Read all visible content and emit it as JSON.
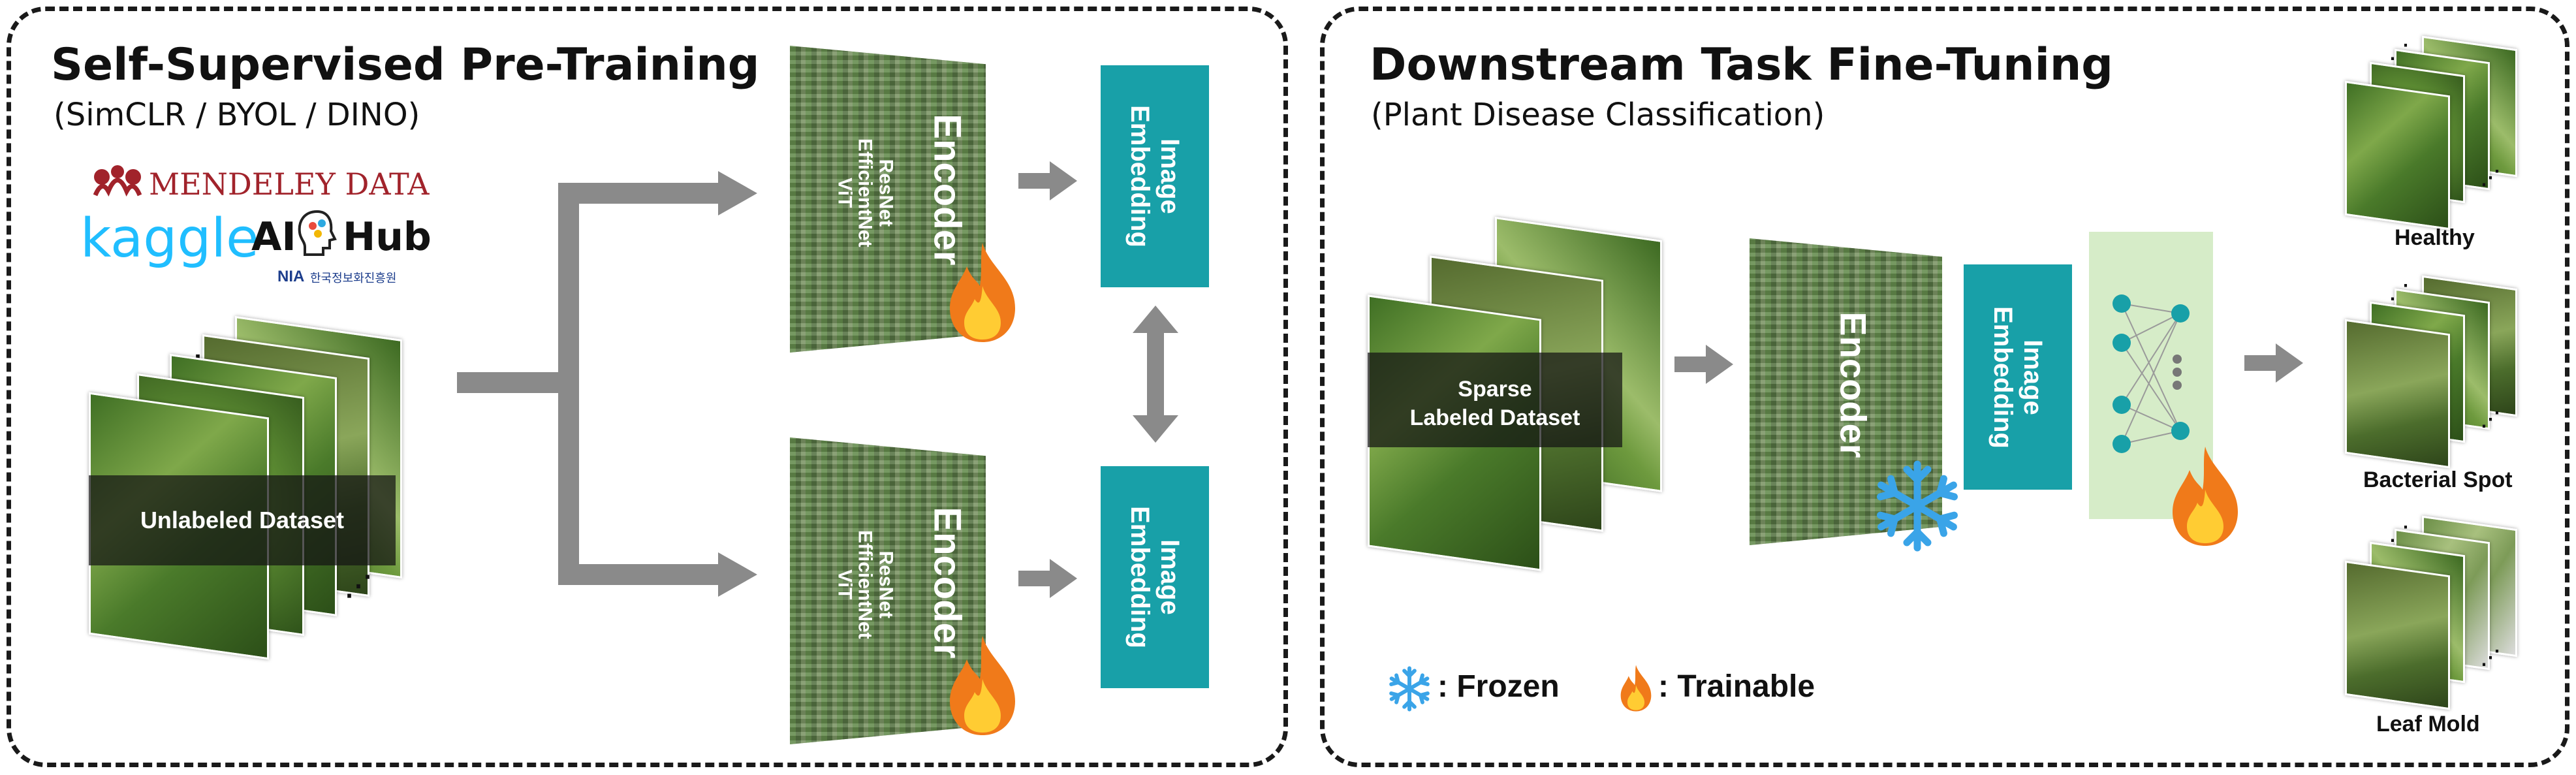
{
  "left": {
    "title": "Self-Supervised Pre-Training",
    "subtitle": "(SimCLR / BYOL / DINO)",
    "logos": {
      "mendeley": "MENDELEY DATA",
      "kaggle": "kaggle",
      "aihub_ai": "AI",
      "aihub_hub": "Hub",
      "nia": "NIA",
      "nia_korean": "한국정보화진흥원"
    },
    "dataset_label": "Unlabeled Dataset",
    "encoder_label": "Encoder",
    "backbones": [
      "ResNet",
      "EfficientNet",
      "ViT"
    ],
    "embedding_label_1": "Image",
    "embedding_label_2": "Embedding"
  },
  "right": {
    "title": "Downstream Task Fine-Tuning",
    "subtitle": "(Plant Disease Classification)",
    "dataset_label_1": "Sparse",
    "dataset_label_2": "Labeled Dataset",
    "encoder_label": "Encoder",
    "embedding_label_1": "Image",
    "embedding_label_2": "Embedding",
    "classes": [
      "Healthy",
      "Bacterial Spot",
      "Leaf Mold"
    ],
    "legend": {
      "frozen": ": Frozen",
      "trainable": ": Trainable"
    }
  },
  "colors": {
    "embedding": "#18a0a8",
    "arrow": "#8a8a8a",
    "classifier_bg": "#d6ecc8",
    "node": "#18a0a8",
    "snowflake": "#3aa4e8",
    "flame": "#f07a1a"
  },
  "icons": [
    "fire-icon",
    "snowflake-icon",
    "mendeley-logo",
    "kaggle-logo",
    "aihub-logo"
  ]
}
